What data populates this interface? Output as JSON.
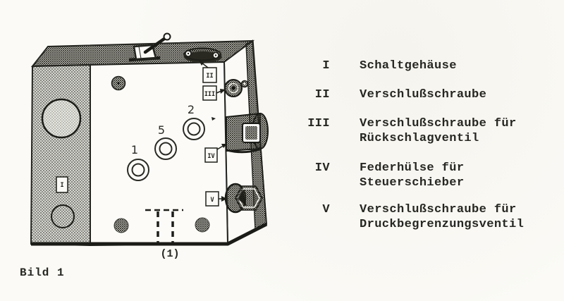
{
  "palette": {
    "paper": "#fbfaf6",
    "ink": "#21211d"
  },
  "caption": "Bild 1",
  "legend": {
    "items": [
      {
        "numeral": "I",
        "line1": "Schaltgehäuse",
        "line2": ""
      },
      {
        "numeral": "II",
        "line1": "Verschlußschraube",
        "line2": ""
      },
      {
        "numeral": "III",
        "line1": "Verschlußschraube für",
        "line2": "Rückschlagventil"
      },
      {
        "numeral": "IV",
        "line1": "Federhülse für",
        "line2": "Steuerschieber"
      },
      {
        "numeral": "V",
        "line1": "Verschlußschraube für",
        "line2": "Druckbegrenzungsventil"
      }
    ]
  },
  "diagram": {
    "callout_1": "I",
    "callout_2": "II",
    "callout_3": "III",
    "callout_4": "IV",
    "callout_5": "V",
    "port_1": "1",
    "port_2": "2",
    "port_5": "5",
    "bottom_ref": "(1)"
  }
}
